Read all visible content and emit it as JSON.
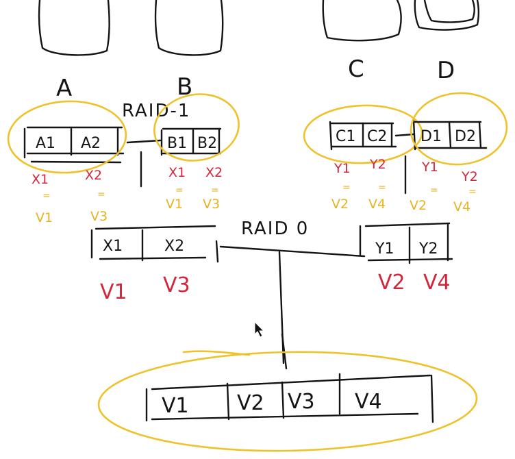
{
  "disks": {
    "a": {
      "label": "A",
      "cells": [
        "A1",
        "A2"
      ],
      "stripes": [
        "X1",
        "X2"
      ],
      "volumes": [
        "V1",
        "V3"
      ]
    },
    "b": {
      "label": "B",
      "cells": [
        "B1",
        "B2"
      ],
      "stripes": [
        "X1",
        "X2"
      ],
      "volumes": [
        "V1",
        "V3"
      ]
    },
    "c": {
      "label": "C",
      "cells": [
        "C1",
        "C2"
      ],
      "stripes": [
        "Y1",
        "Y2"
      ],
      "volumes": [
        "V2",
        "V4"
      ]
    },
    "d": {
      "label": "D",
      "cells": [
        "D1",
        "D2"
      ],
      "stripes": [
        "Y1",
        "Y2"
      ],
      "volumes": [
        "V2",
        "V4"
      ]
    }
  },
  "equals_sign": "=",
  "raid1_label": "RAID-1",
  "raid0_label": "RAID 0",
  "mirror_x": {
    "cells": [
      "X1",
      "X2"
    ],
    "volumes": [
      "V1",
      "V3"
    ]
  },
  "mirror_y": {
    "cells": [
      "Y1",
      "Y2"
    ],
    "volumes": [
      "V2",
      "V4"
    ]
  },
  "result": {
    "cells": [
      "V1",
      "V2",
      "V3",
      "V4"
    ]
  },
  "colors": {
    "ink": "#141414",
    "red": "#d2263a",
    "yellow": "#e6b322",
    "highlight": "#eec22a"
  }
}
